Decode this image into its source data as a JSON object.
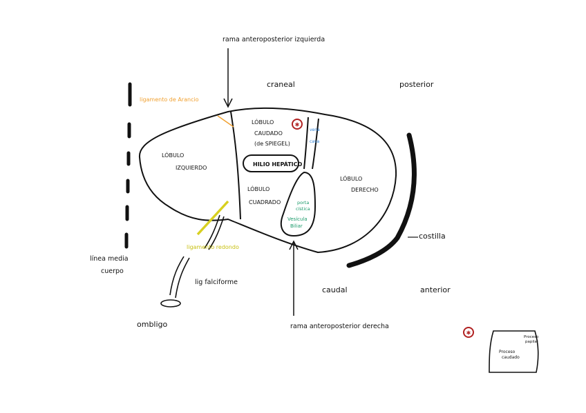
{
  "colors": {
    "ink": "#111111",
    "orange": "#f0a030",
    "yellow": "#d8d020",
    "blue": "#2a7fd4",
    "green": "#1a9a6a",
    "red": "#b02020"
  },
  "labels": {
    "top_arrow": "rama anteroposterior izquierda",
    "bottom_arrow": "rama anteroposterior derecha",
    "craneal": "craneal",
    "posterior": "posterior",
    "caudal": "caudal",
    "anterior": "anterior",
    "costilla": "costilla",
    "linea_media_1": "línea media",
    "linea_media_2": "cuerpo",
    "lig_arancio": "ligamento de Arancio",
    "lig_redondo": "ligamento redondo",
    "lig_falciforme": "lig falciforme",
    "ombligo": "ombligo",
    "lobulo_izq_1": "LÓBULO",
    "lobulo_izq_2": "IZQUIERDO",
    "lobulo_caudado_1": "LÓBULO",
    "lobulo_caudado_2": "CAUDADO",
    "lobulo_caudado_3": "(de SPIEGEL)",
    "hilio": "HILIO HEPÁTICO",
    "lobulo_cuadrado_1": "LÓBULO",
    "lobulo_cuadrado_2": "CUADRADO",
    "lobulo_der_1": "LÓBULO",
    "lobulo_der_2": "DERECHO",
    "vena_cava_1": "vena",
    "vena_cava_2": "cava",
    "porta_1": "porta",
    "porta_2": "cística",
    "vesicula_1": "Vesícula",
    "vesicula_2": "Biliar",
    "proceso_papilar_1": "Proceso",
    "proceso_papilar_2": "papilar",
    "proceso_caudado_1": "Proceso",
    "proceso_caudado_2": "caudado"
  }
}
